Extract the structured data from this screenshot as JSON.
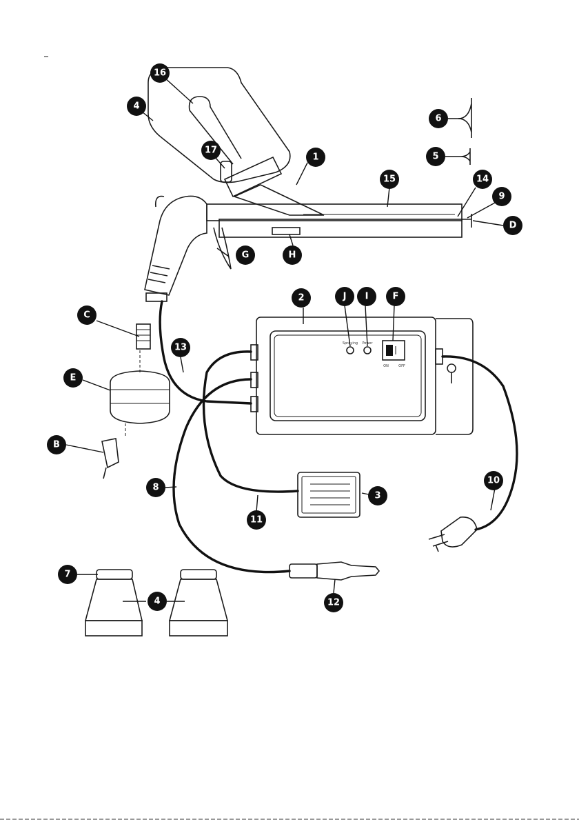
{
  "callouts": [
    {
      "id": "c16",
      "label": "16"
    },
    {
      "id": "c4-top",
      "label": "4"
    },
    {
      "id": "c17",
      "label": "17"
    },
    {
      "id": "c1",
      "label": "1"
    },
    {
      "id": "c6",
      "label": "6"
    },
    {
      "id": "c5",
      "label": "5"
    },
    {
      "id": "c15",
      "label": "15"
    },
    {
      "id": "c14",
      "label": "14"
    },
    {
      "id": "c9",
      "label": "9"
    },
    {
      "id": "cD",
      "label": "D"
    },
    {
      "id": "cG",
      "label": "G"
    },
    {
      "id": "cH",
      "label": "H"
    },
    {
      "id": "c2",
      "label": "2"
    },
    {
      "id": "cJ",
      "label": "J"
    },
    {
      "id": "cI",
      "label": "I"
    },
    {
      "id": "cF",
      "label": "F"
    },
    {
      "id": "cC",
      "label": "C"
    },
    {
      "id": "c13",
      "label": "13"
    },
    {
      "id": "cE",
      "label": "E"
    },
    {
      "id": "cB",
      "label": "B"
    },
    {
      "id": "c8",
      "label": "8"
    },
    {
      "id": "c3",
      "label": "3"
    },
    {
      "id": "c10",
      "label": "10"
    },
    {
      "id": "c11",
      "label": "11"
    },
    {
      "id": "c7",
      "label": "7"
    },
    {
      "id": "c4-bottom",
      "label": "4"
    },
    {
      "id": "c12",
      "label": "12"
    }
  ],
  "control_box": {
    "indicator_j_label": "Spraying",
    "indicator_i_label": "Power",
    "switch_left_label": "ON",
    "switch_right_label": "OFF"
  }
}
